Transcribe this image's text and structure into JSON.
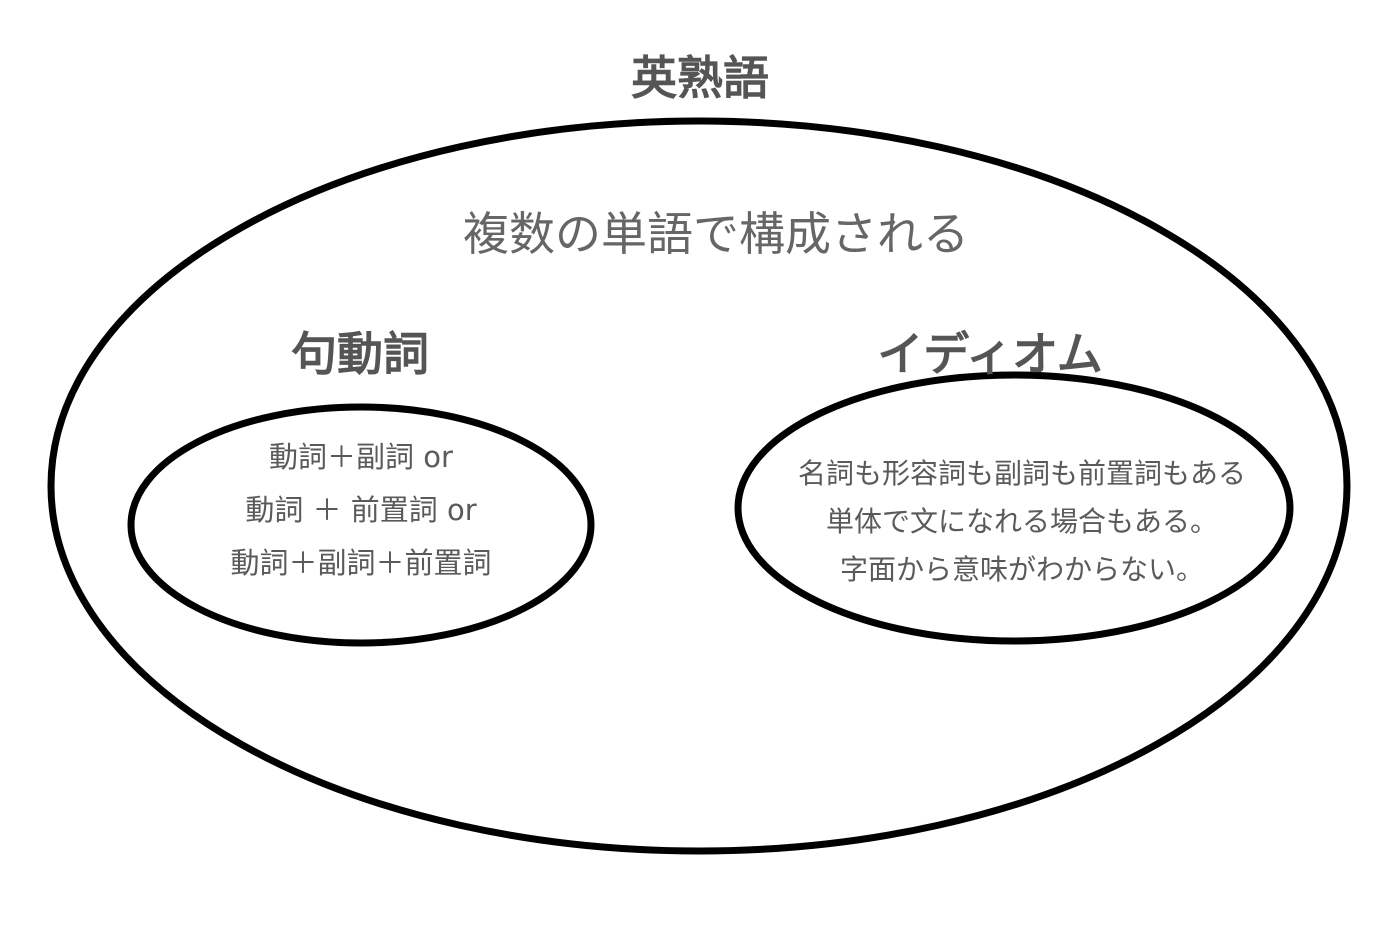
{
  "title": "英熟語",
  "outer": {
    "description": "複数の単語で構成される"
  },
  "left": {
    "heading": "句動詞",
    "lines": [
      "動詞＋副詞 or",
      "動詞 ＋ 前置詞 or",
      "動詞＋副詞＋前置詞"
    ]
  },
  "right": {
    "heading": "イディオム",
    "lines": [
      "名詞も形容詞も副詞も前置詞もある",
      "単体で文になれる場合もある。",
      "字面から意味がわからない。"
    ]
  },
  "colors": {
    "stroke": "#000000",
    "text": "#5a5a5a"
  }
}
